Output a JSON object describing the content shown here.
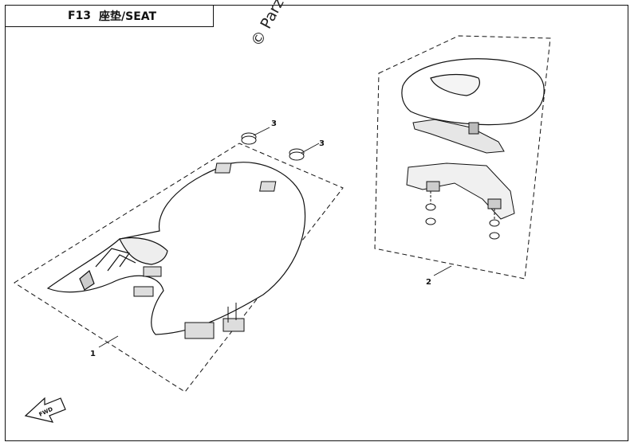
{
  "header": {
    "code": "F13",
    "title": "座垫/SEAT"
  },
  "watermark": "© Parzu",
  "callouts": [
    "1",
    "2",
    "3",
    "3"
  ],
  "fwd_label": "FWD"
}
